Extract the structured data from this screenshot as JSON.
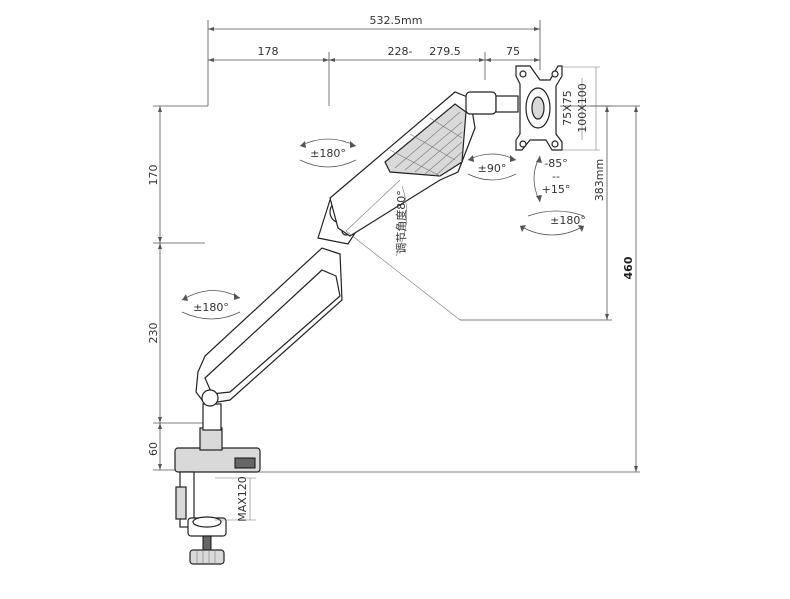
{
  "dimensions": {
    "total_width": "532.5mm",
    "seg_178": "178",
    "seg_228": "228-",
    "seg_279": "279.5",
    "seg_75": "75",
    "h_170": "170",
    "h_230": "230",
    "h_60": "60",
    "h_460": "460",
    "h_383": "383mm",
    "vesa_75": "75X75",
    "vesa_100": "100X100",
    "clamp_max": "MAX120"
  },
  "rotations": {
    "upper_arm": "±180°",
    "lower_arm": "±180°",
    "tilt_swivel": "±90°",
    "rotate_screen": "±180°",
    "tilt_neg": "-85°",
    "tilt_sep": "--",
    "tilt_pos": "+15°",
    "adjust_angle": "调节角度80°"
  }
}
